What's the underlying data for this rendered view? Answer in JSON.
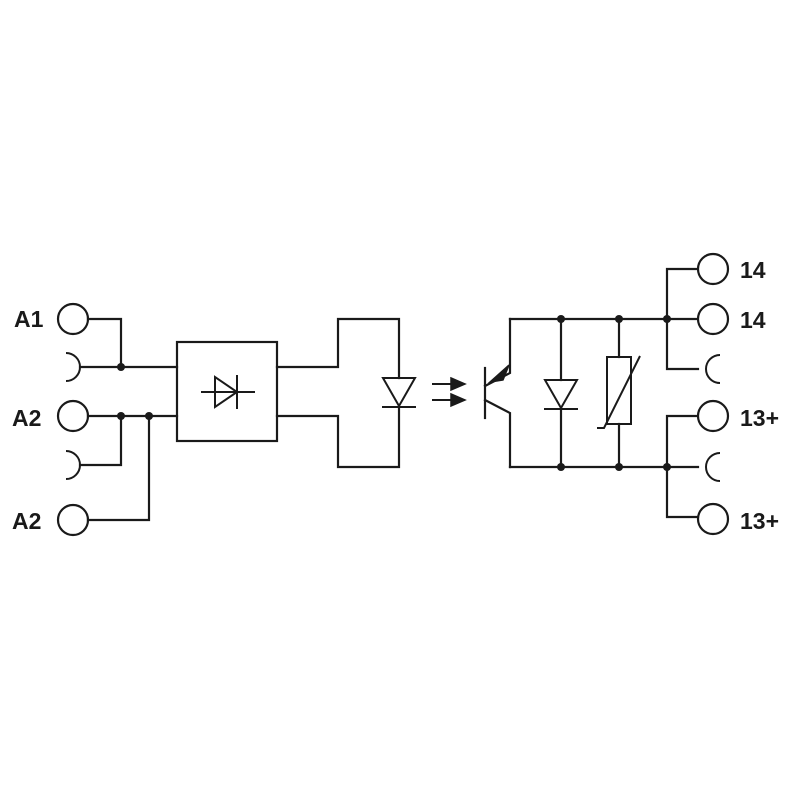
{
  "input_terminals": [
    "A1",
    "A2",
    "A2"
  ],
  "output_terminals": [
    "14",
    "14",
    "13+",
    "13+"
  ]
}
